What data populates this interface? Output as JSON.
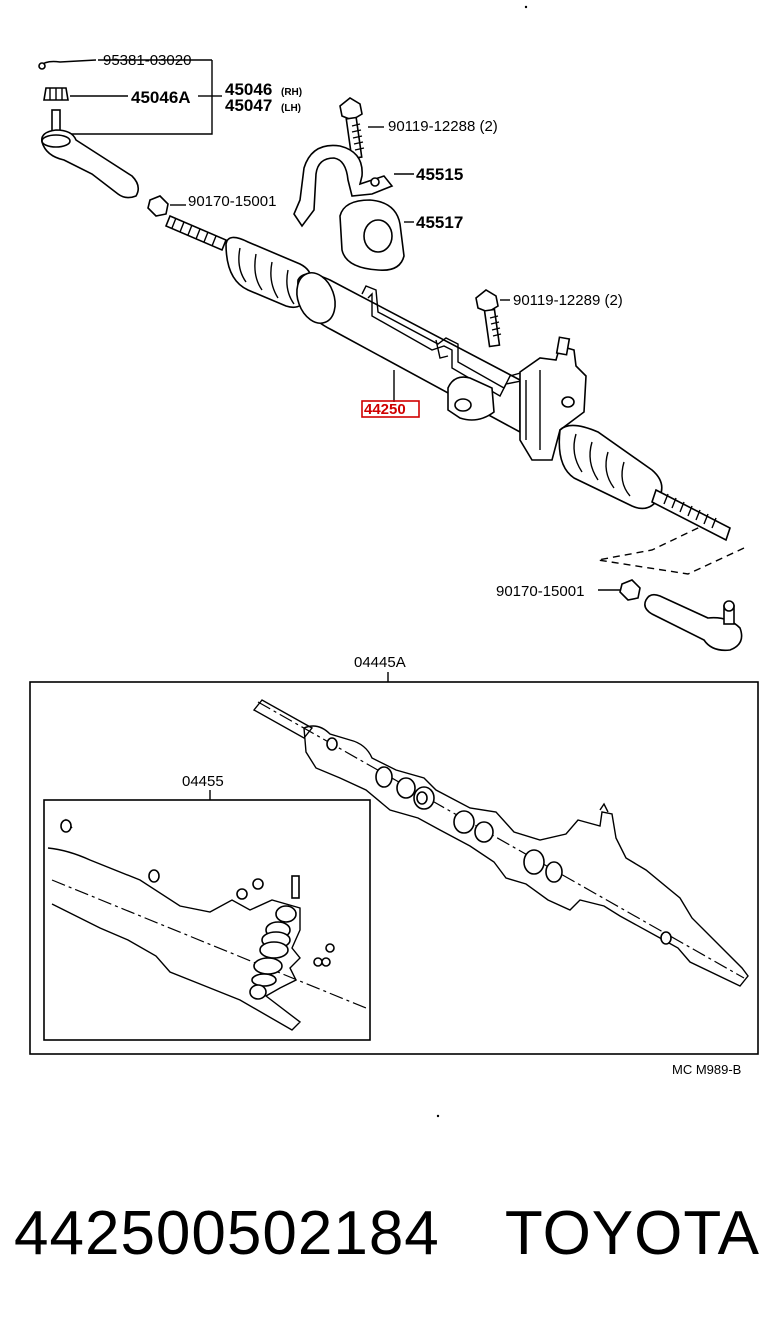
{
  "labels": {
    "clip_95381": "95381-03020",
    "nut_45046a": "45046A",
    "tie_end_rh": "45046",
    "tie_end_rh_side": "(RH)",
    "tie_end_lh": "45047",
    "tie_end_lh_side": "(LH)",
    "bolt_90119_12288": "90119-12288 (2)",
    "bracket_45515": "45515",
    "bush_45517": "45517",
    "nut_90170_upper": "90170-15001",
    "bolt_90119_12289": "90119-12289 (2)",
    "gear_44250": "44250",
    "nut_90170_lower": "90170-15001",
    "kit_04445a": "04445A",
    "kit_04455": "04455",
    "figure_ref": "MC M989-B"
  },
  "footer": {
    "part_number": "442500502184",
    "brand": "TOYOTA"
  },
  "colors": {
    "highlight": "#d00000",
    "line": "#000000"
  }
}
